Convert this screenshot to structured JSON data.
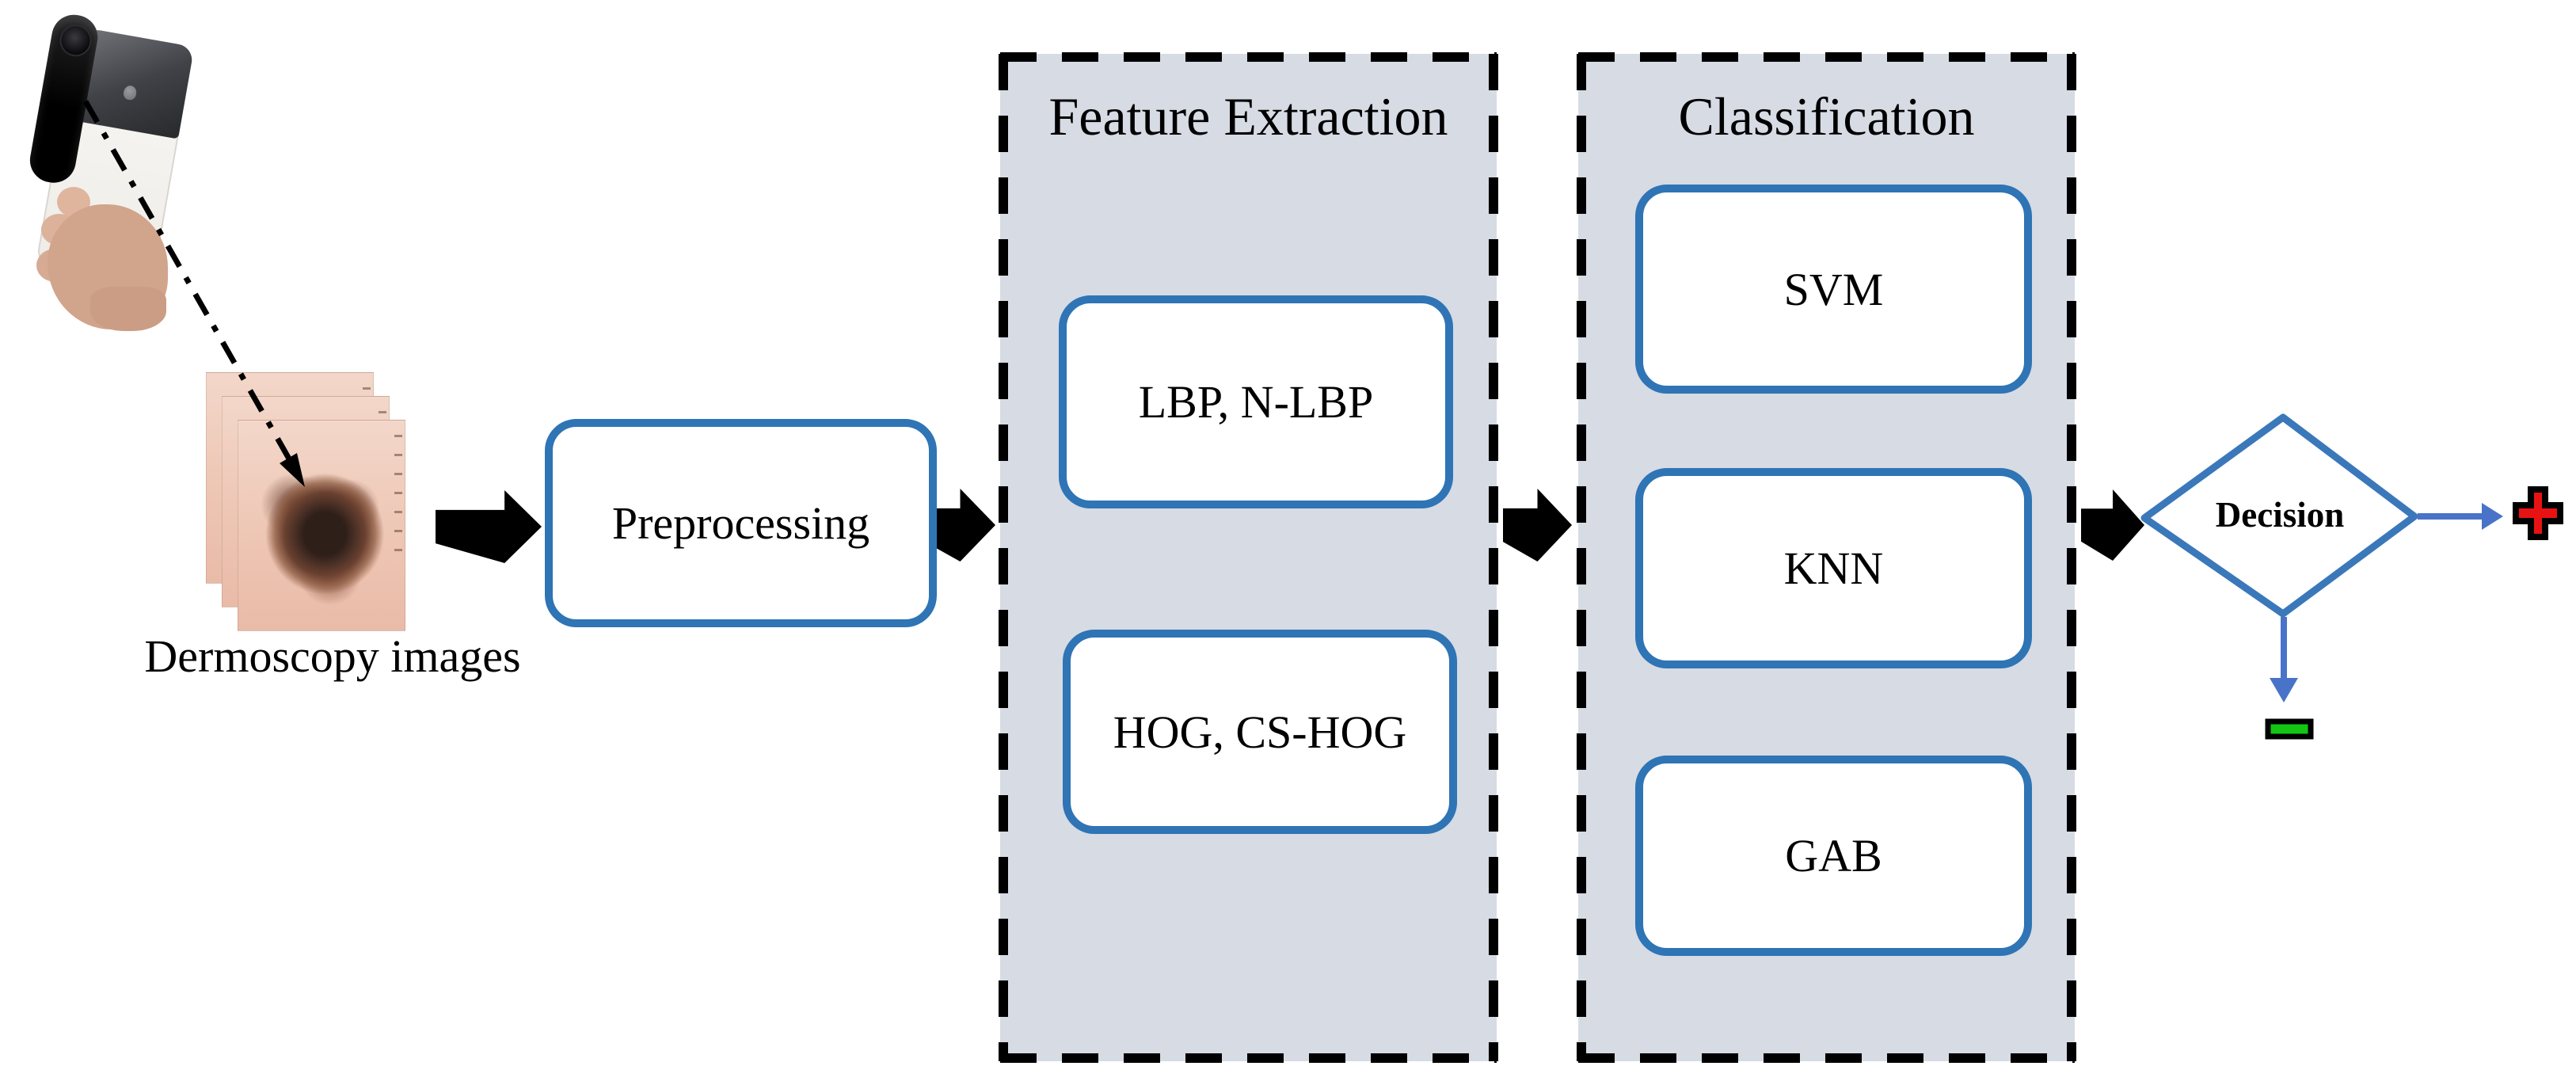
{
  "diagram": {
    "source": {
      "images_label": "Dermoscopy images"
    },
    "preprocessing": {
      "label": "Preprocessing"
    },
    "feature_extraction": {
      "title": "Feature Extraction",
      "boxes": [
        "LBP, N-LBP",
        "HOG, CS-HOG"
      ]
    },
    "classification": {
      "title": "Classification",
      "boxes": [
        "SVM",
        "KNN",
        "GAB"
      ]
    },
    "decision": {
      "label": "Decision"
    },
    "outcomes": {
      "positive_icon": "red-plus",
      "negative_icon": "green-minus"
    },
    "colors": {
      "panel_fill": "#D6DBE4",
      "box_border": "#2F74B5",
      "diamond_stroke": "#3A78BA",
      "flow_arrow": "#000000",
      "decision_arrow": "#4973C8",
      "positive": "#E91212",
      "negative": "#14C614"
    }
  }
}
